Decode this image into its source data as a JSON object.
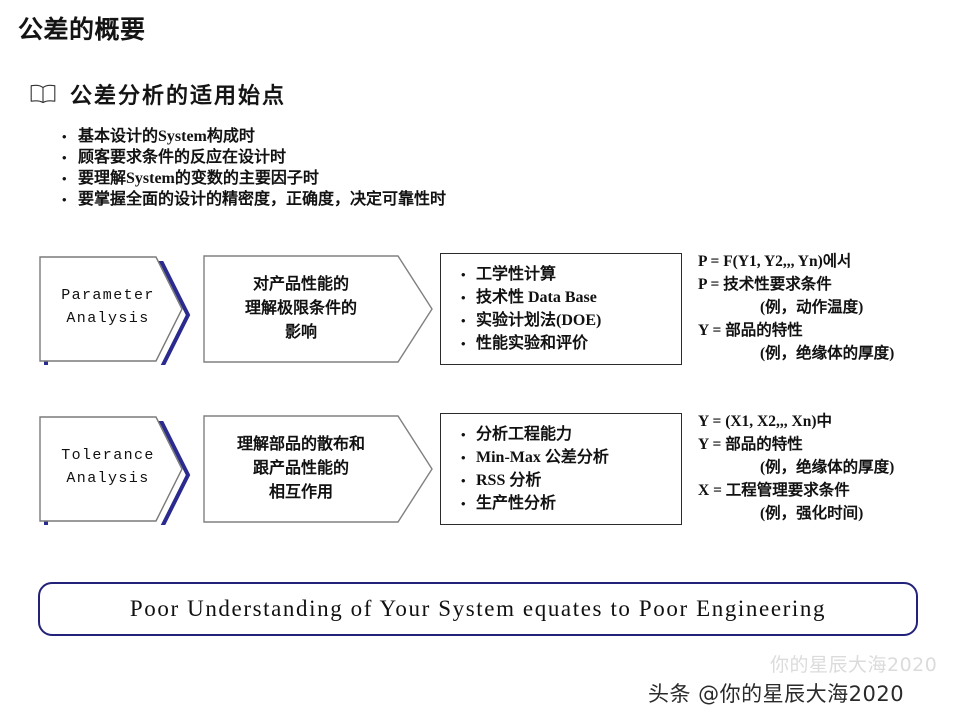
{
  "slide": {
    "title": "公差的概要",
    "section_heading": "公差分析的适用始点",
    "section_icon": "open-book-icon",
    "bullet_marker": "•"
  },
  "top_bullets": [
    "基本设计的System构成时",
    "顾客要求条件的反应在设计时",
    "要理解System的变数的主要因子时",
    "要掌握全面的设计的精密度，正确度，决定可靠性时"
  ],
  "flow_rows": [
    {
      "stage_label_line1": "Parameter",
      "stage_label_line2": "Analysis",
      "chevron_lines": [
        "对产品性能的",
        "理解极限条件的",
        "影响"
      ],
      "box_bullets": [
        "工学性计算",
        "技术性 Data Base",
        "实验计划法(DOE)",
        "性能实验和评价"
      ],
      "formula_lines": [
        {
          "text": "P = F(Y1, Y2,,, Yn)에서",
          "indent": false
        },
        {
          "text": "P = 技术性要求条件",
          "indent": false
        },
        {
          "text": "(例，动作温度)",
          "indent": true
        },
        {
          "text": "Y = 部品的特性",
          "indent": false
        },
        {
          "text": "(例，绝缘体的厚度)",
          "indent": true
        }
      ]
    },
    {
      "stage_label_line1": "Tolerance",
      "stage_label_line2": "Analysis",
      "chevron_lines": [
        "理解部品的散布和",
        "跟产品性能的",
        "相互作用"
      ],
      "box_bullets": [
        "分析工程能力",
        "Min-Max 公差分析",
        "RSS 分析",
        "生产性分析"
      ],
      "formula_lines": [
        {
          "text": "Y = (X1, X2,,, Xn)中",
          "indent": false
        },
        {
          "text": "Y = 部品的特性",
          "indent": false
        },
        {
          "text": "(例，绝缘体的厚度)",
          "indent": true
        },
        {
          "text": "X = 工程管理要求条件",
          "indent": false
        },
        {
          "text": "(例，强化时间)",
          "indent": true
        }
      ]
    }
  ],
  "banner": {
    "text": "Poor Understanding of Your System equates to Poor Engineering"
  },
  "watermark": {
    "faint": "你的星辰大海2020",
    "main": "头条 @你的星辰大海2020"
  },
  "colors": {
    "shadow_blue": "#2b2b8f",
    "banner_border": "#22227a",
    "shape_gray": "#808080",
    "box_border": "#2c2c2c",
    "text": "#111111"
  }
}
